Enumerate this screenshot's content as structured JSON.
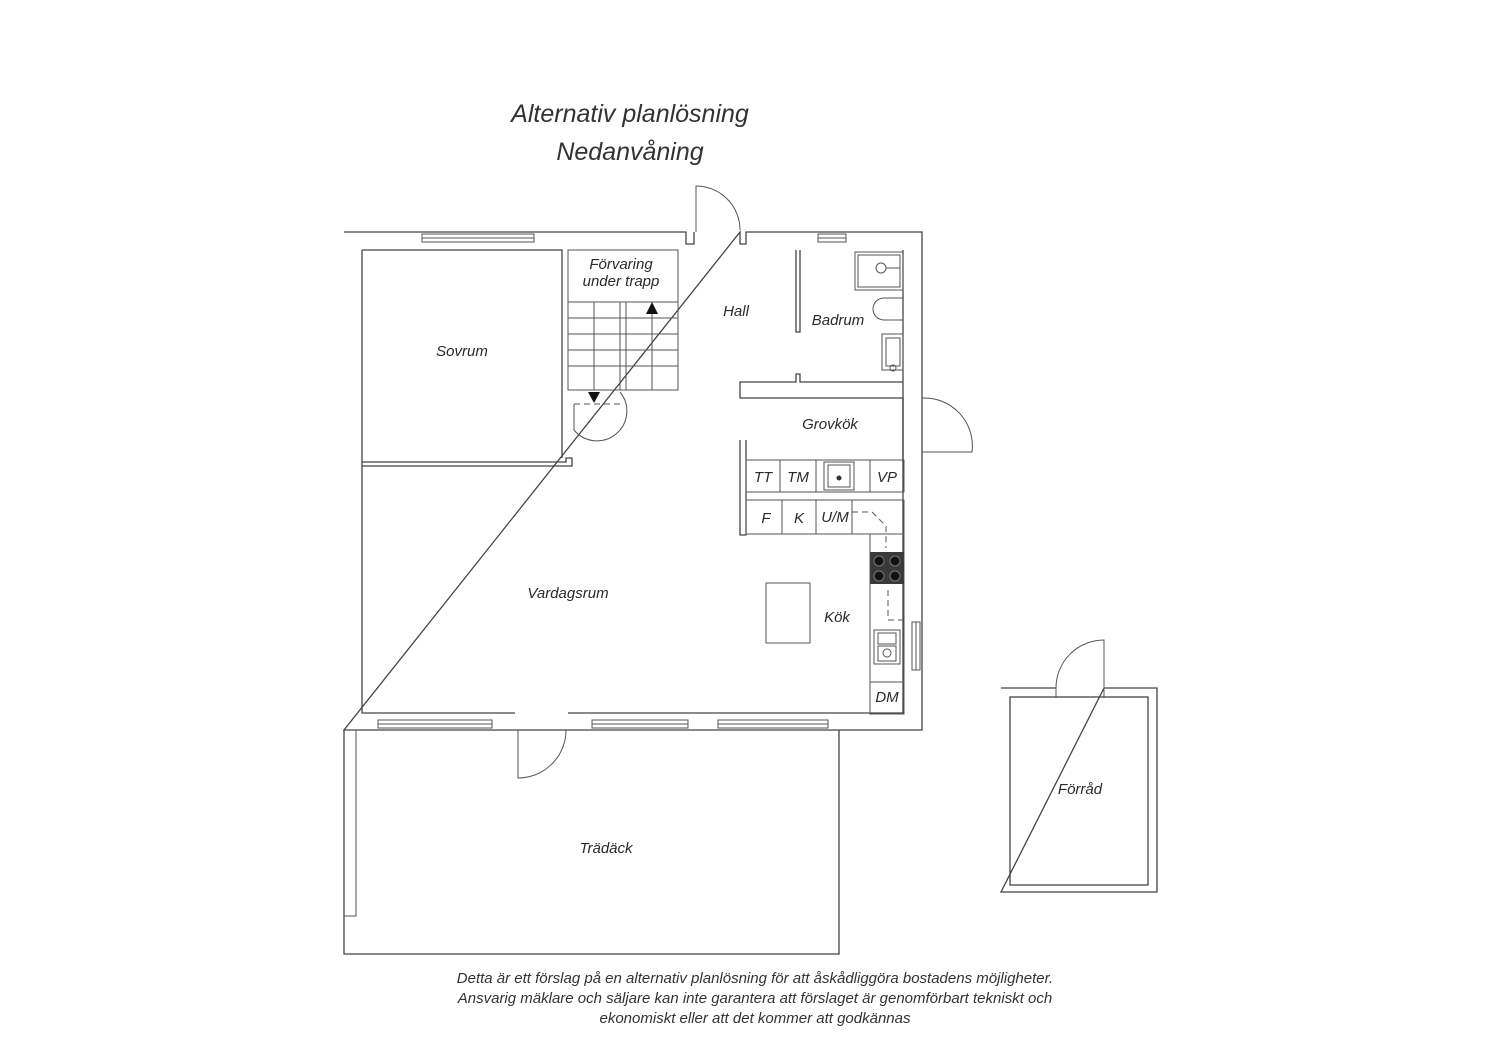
{
  "header": {
    "title_line1": "Alternativ planlösning",
    "title_line2": "Nedanvåning"
  },
  "rooms": {
    "storage_under_stairs_line1": "Förvaring",
    "storage_under_stairs_line2": "under trapp",
    "hall": "Hall",
    "bathroom": "Badrum",
    "bedroom": "Sovrum",
    "utility_kitchen": "Grovkök",
    "living_room": "Vardagsrum",
    "kitchen": "Kök",
    "deck": "Trädäck",
    "shed": "Förråd"
  },
  "appliances": {
    "dryer": "TT",
    "washer": "TM",
    "water_heater": "VP",
    "fridge": "F",
    "cooler": "K",
    "oven_microwave": "U/M",
    "dishwasher": "DM"
  },
  "disclaimer": {
    "line1": "Detta är ett förslag på en alternativ planlösning för att åskådliggöra bostadens möjligheter.",
    "line2": "Ansvarig mäklare och säljare kan inte garantera att förslaget är genomförbart tekniskt och",
    "line3": "ekonomiskt eller att det kommer att godkännas"
  }
}
